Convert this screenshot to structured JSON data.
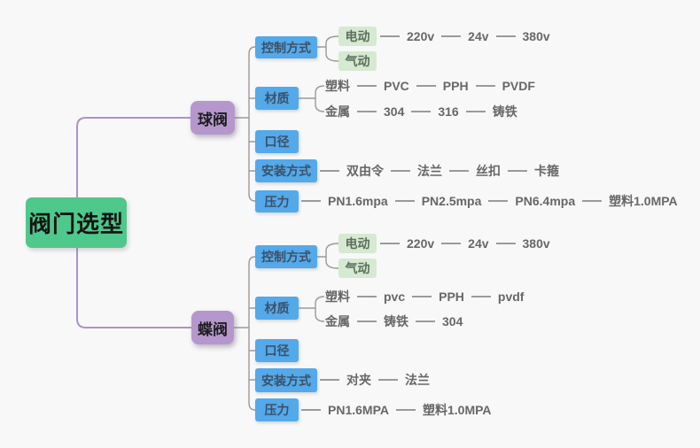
{
  "colors": {
    "background": "#f8f8f8",
    "root_green": "#4ec88b",
    "branch_purple": "#b597cd",
    "category_blue": "#53a9ea",
    "leaf_green": "#d5ead1",
    "line_gray": "#9a9a9a",
    "connector_purple": "#ad92cc",
    "leaf_text": "#676767"
  },
  "root": {
    "label": "阀门选型"
  },
  "ball": {
    "label": "球阀",
    "control": {
      "label": "控制方式",
      "electric": {
        "label": "电动",
        "volts": [
          "220v",
          "24v",
          "380v"
        ]
      },
      "pneumatic": {
        "label": "气动"
      }
    },
    "material": {
      "label": "材质",
      "plastic": {
        "label": "塑料",
        "items": [
          "PVC",
          "PPH",
          "PVDF"
        ]
      },
      "metal": {
        "label": "金属",
        "items": [
          "304",
          "316",
          "铸铁"
        ]
      }
    },
    "caliber": {
      "label": "口径"
    },
    "install": {
      "label": "安装方式",
      "items": [
        "双由令",
        "法兰",
        "丝扣",
        "卡箍"
      ]
    },
    "pressure": {
      "label": "压力",
      "items": [
        "PN1.6mpa",
        "PN2.5mpa",
        "PN6.4mpa",
        "塑料1.0MPA"
      ]
    }
  },
  "butterfly": {
    "label": "蝶阀",
    "control": {
      "label": "控制方式",
      "electric": {
        "label": "电动",
        "volts": [
          "220v",
          "24v",
          "380v"
        ]
      },
      "pneumatic": {
        "label": "气动"
      }
    },
    "material": {
      "label": "材质",
      "plastic": {
        "label": "塑料",
        "items": [
          "pvc",
          "PPH",
          "pvdf"
        ]
      },
      "metal": {
        "label": "金属",
        "items": [
          "铸铁",
          "304"
        ]
      }
    },
    "caliber": {
      "label": "口径"
    },
    "install": {
      "label": "安装方式",
      "items": [
        "对夹",
        "法兰"
      ]
    },
    "pressure": {
      "label": "压力",
      "items": [
        "PN1.6MPA",
        "塑料1.0MPA"
      ]
    }
  }
}
